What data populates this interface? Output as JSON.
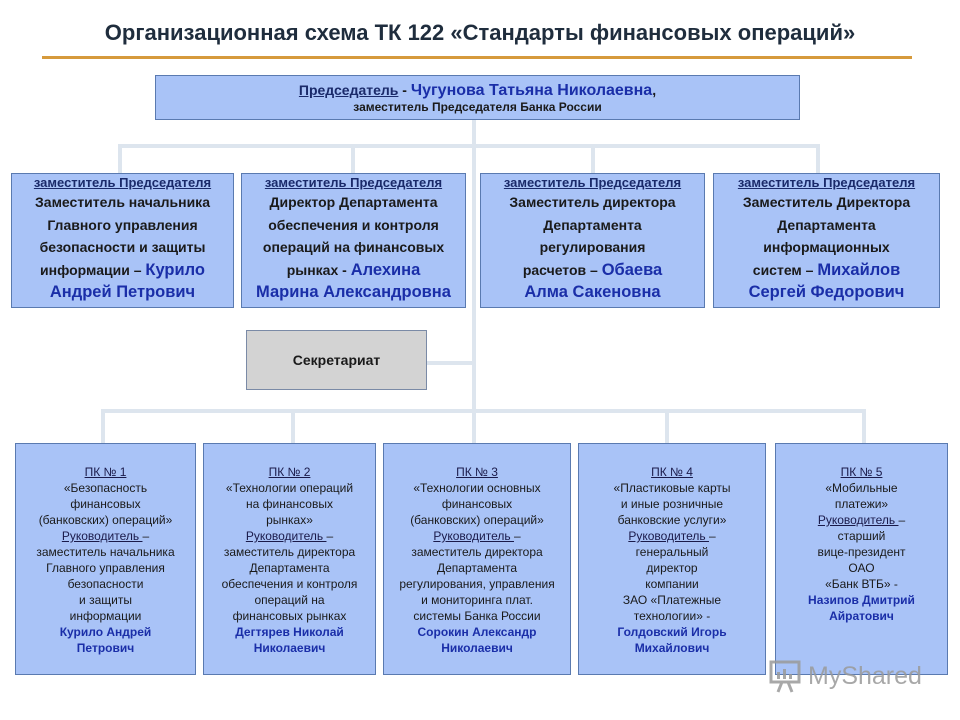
{
  "title": "Организационная схема ТК 122 «Стандарты финансовых операций»",
  "chair": {
    "lines": [
      [
        {
          "text": "Председатель",
          "style": "role"
        },
        {
          "text": " - ",
          "style": "text"
        },
        {
          "text": "Чугунова Татьяна Николаевна",
          "style": "name"
        },
        {
          "text": ",",
          "style": "text"
        }
      ],
      [
        {
          "text": "заместитель Председателя Банка России",
          "style": "text"
        }
      ]
    ]
  },
  "deputies": [
    {
      "lines": [
        [
          {
            "text": "заместитель Председателя",
            "style": "role"
          }
        ],
        [
          {
            "text": "Заместитель начальника",
            "style": "text"
          }
        ],
        [
          {
            "text": "Главного управления",
            "style": "text"
          }
        ],
        [
          {
            "text": "безопасности и защиты",
            "style": "text"
          }
        ],
        [
          {
            "text": "информации – ",
            "style": "text"
          },
          {
            "text": "Курило",
            "style": "name"
          }
        ],
        [
          {
            "text": "Андрей Петрович",
            "style": "name"
          }
        ]
      ]
    },
    {
      "lines": [
        [
          {
            "text": "заместитель Председателя",
            "style": "role"
          }
        ],
        [
          {
            "text": "Директор Департамента",
            "style": "text"
          }
        ],
        [
          {
            "text": "обеспечения и контроля",
            "style": "text"
          }
        ],
        [
          {
            "text": "операций на финансовых",
            "style": "text"
          }
        ],
        [
          {
            "text": "рынках - ",
            "style": "text"
          },
          {
            "text": "Алехина",
            "style": "name"
          }
        ],
        [
          {
            "text": "Марина Александровна",
            "style": "name"
          }
        ]
      ]
    },
    {
      "lines": [
        [
          {
            "text": "заместитель Председателя",
            "style": "role"
          }
        ],
        [
          {
            "text": "Заместитель директора",
            "style": "text"
          }
        ],
        [
          {
            "text": "Департамента",
            "style": "text"
          }
        ],
        [
          {
            "text": "регулирования",
            "style": "text"
          }
        ],
        [
          {
            "text": "расчетов – ",
            "style": "text"
          },
          {
            "text": "Обаева",
            "style": "name"
          }
        ],
        [
          {
            "text": "Алма Сакеновна",
            "style": "name"
          }
        ]
      ]
    },
    {
      "lines": [
        [
          {
            "text": "заместитель Председателя",
            "style": "role"
          }
        ],
        [
          {
            "text": "Заместитель  Директора",
            "style": "text"
          }
        ],
        [
          {
            "text": "Департамента",
            "style": "text"
          }
        ],
        [
          {
            "text": "информационных",
            "style": "text"
          }
        ],
        [
          {
            "text": "систем – ",
            "style": "text"
          },
          {
            "text": "Михайлов",
            "style": "name"
          }
        ],
        [
          {
            "text": "Сергей Федорович",
            "style": "name"
          }
        ]
      ]
    }
  ],
  "secretariat": "Секретариат",
  "committees": [
    {
      "lines": [
        [
          {
            "text": "ПК № 1",
            "style": "role"
          }
        ],
        [
          {
            "text": "«Безопасность",
            "style": "text"
          }
        ],
        [
          {
            "text": "финансовых",
            "style": "text"
          }
        ],
        [
          {
            "text": "(банковских) операций»",
            "style": "text"
          }
        ],
        [
          {
            "text": "Руководитель ",
            "style": "role"
          },
          {
            "text": "–",
            "style": "text"
          }
        ],
        [
          {
            "text": "заместитель начальника",
            "style": "text"
          }
        ],
        [
          {
            "text": "Главного управления",
            "style": "text"
          }
        ],
        [
          {
            "text": "безопасности",
            "style": "text"
          }
        ],
        [
          {
            "text": "и защиты",
            "style": "text"
          }
        ],
        [
          {
            "text": "информации",
            "style": "text"
          }
        ],
        [
          {
            "text": "Курило Андрей",
            "style": "name"
          }
        ],
        [
          {
            "text": "Петрович",
            "style": "name"
          }
        ]
      ]
    },
    {
      "lines": [
        [
          {
            "text": "ПК № 2",
            "style": "role"
          }
        ],
        [
          {
            "text": "«Технологии операций",
            "style": "text"
          }
        ],
        [
          {
            "text": "на финансовых",
            "style": "text"
          }
        ],
        [
          {
            "text": "рынках»",
            "style": "text"
          }
        ],
        [
          {
            "text": "Руководитель ",
            "style": "role"
          },
          {
            "text": "–",
            "style": "text"
          }
        ],
        [
          {
            "text": "заместитель директора",
            "style": "text"
          }
        ],
        [
          {
            "text": "Департамента",
            "style": "text"
          }
        ],
        [
          {
            "text": "обеспечения и контроля",
            "style": "text"
          }
        ],
        [
          {
            "text": "операций на",
            "style": "text"
          }
        ],
        [
          {
            "text": "финансовых рынках",
            "style": "text"
          }
        ],
        [
          {
            "text": "Дегтярев Николай",
            "style": "name"
          }
        ],
        [
          {
            "text": "Николаевич",
            "style": "name"
          }
        ]
      ]
    },
    {
      "lines": [
        [
          {
            "text": "ПК № 3",
            "style": "role"
          }
        ],
        [
          {
            "text": "«Технологии основных",
            "style": "text"
          }
        ],
        [
          {
            "text": "финансовых",
            "style": "text"
          }
        ],
        [
          {
            "text": "(банковских) операций»",
            "style": "text"
          }
        ],
        [
          {
            "text": "Руководитель ",
            "style": "role"
          },
          {
            "text": "–",
            "style": "text"
          }
        ],
        [
          {
            "text": "заместитель директора",
            "style": "text"
          }
        ],
        [
          {
            "text": "Департамента",
            "style": "text"
          }
        ],
        [
          {
            "text": "регулирования, управления",
            "style": "text"
          }
        ],
        [
          {
            "text": "и мониторинга плат.",
            "style": "text"
          }
        ],
        [
          {
            "text": "системы Банка России",
            "style": "text"
          }
        ],
        [
          {
            "text": "Сорокин Александр",
            "style": "name"
          }
        ],
        [
          {
            "text": "Николаевич",
            "style": "name"
          }
        ]
      ]
    },
    {
      "lines": [
        [
          {
            "text": "ПК № 4",
            "style": "role"
          }
        ],
        [
          {
            "text": "«Пластиковые карты",
            "style": "text"
          }
        ],
        [
          {
            "text": "и иные розничные",
            "style": "text"
          }
        ],
        [
          {
            "text": "банковские услуги»",
            "style": "text"
          }
        ],
        [
          {
            "text": "Руководитель ",
            "style": "role"
          },
          {
            "text": "–",
            "style": "text"
          }
        ],
        [
          {
            "text": "генеральный",
            "style": "text"
          }
        ],
        [
          {
            "text": "директор",
            "style": "text"
          }
        ],
        [
          {
            "text": "компании",
            "style": "text"
          }
        ],
        [
          {
            "text": "ЗАО «Платежные",
            "style": "text"
          }
        ],
        [
          {
            "text": "технологии» -",
            "style": "text"
          }
        ],
        [
          {
            "text": "Голдовский Игорь",
            "style": "name"
          }
        ],
        [
          {
            "text": "Михайлович",
            "style": "name"
          }
        ]
      ]
    },
    {
      "lines": [
        [
          {
            "text": "ПК № 5",
            "style": "role"
          }
        ],
        [
          {
            "text": "«Мобильные",
            "style": "text"
          }
        ],
        [
          {
            "text": "платежи»",
            "style": "text"
          }
        ],
        [
          {
            "text": " ",
            "style": "text"
          }
        ],
        [
          {
            "text": "Руководитель ",
            "style": "role"
          },
          {
            "text": "–",
            "style": "text"
          }
        ],
        [
          {
            "text": "старший",
            "style": "text"
          }
        ],
        [
          {
            "text": "вице-президент",
            "style": "text"
          }
        ],
        [
          {
            "text": "ОАО",
            "style": "text"
          }
        ],
        [
          {
            "text": "«Банк ВТБ» -",
            "style": "text"
          }
        ],
        [
          {
            "text": " ",
            "style": "text"
          }
        ],
        [
          {
            "text": "Назипов Дмитрий",
            "style": "name"
          }
        ],
        [
          {
            "text": "Айратович",
            "style": "name"
          }
        ]
      ]
    }
  ],
  "watermark": "MyShared",
  "colors": {
    "box": "#a9c3f7",
    "name": "#1a2ea8",
    "rule": "#d69a3c",
    "secretariat": "#d3d3d3"
  }
}
